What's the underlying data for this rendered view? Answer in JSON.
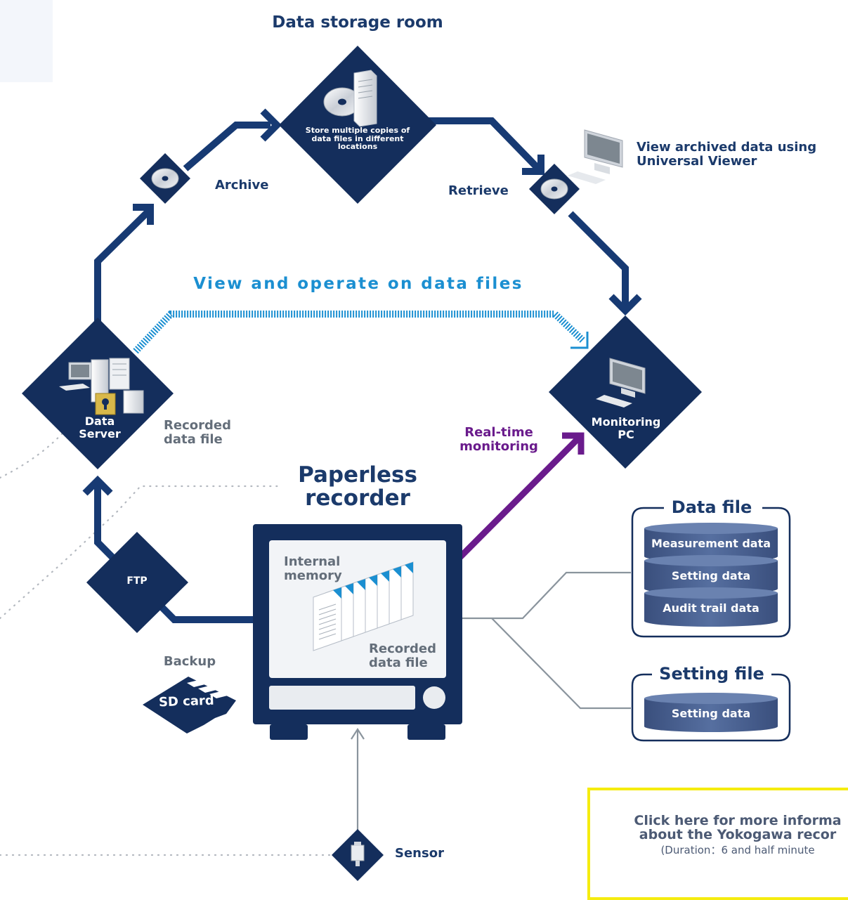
{
  "title": "Data storage room",
  "storage_note": "Store multiple copies of data files in different locations",
  "archive": "Archive",
  "retrieve": "Retrieve",
  "viewer_note": "View archived data using Universal Viewer",
  "view_operate": "View and operate on data files",
  "data_server": "Data Server",
  "recorded_data_file": "Recorded data file",
  "realtime_monitoring": "Real-time monitoring",
  "monitoring_pc": "Monitoring PC",
  "recorder": "Paperless recorder",
  "internal_memory": "Internal memory",
  "ftp": "FTP",
  "backup": "Backup",
  "sd_card": "SD card",
  "sensor": "Sensor",
  "data_file": {
    "title": "Data file",
    "items": [
      "Measurement data",
      "Setting data",
      "Audit trail data"
    ]
  },
  "setting_file": {
    "title": "Setting file",
    "items": [
      "Setting data"
    ]
  },
  "cta": {
    "line1": "Click here for more informa",
    "line2": "about the Yokogawa recor",
    "line3": "(Duration：6 and half minute"
  },
  "icons": [
    "cd-icon",
    "server-icon",
    "monitor-icon",
    "document-icon",
    "lock-icon",
    "sensor-icon",
    "qr-code-icon"
  ],
  "colors": {
    "navy": "#142e5c",
    "arrow_blue": "#173a73",
    "teal": "#1b8fd1",
    "purple": "#6a1b8c",
    "gray_line": "#7f8c96",
    "cylinder": "#4b6394",
    "highlight": "#f5ec0f"
  }
}
